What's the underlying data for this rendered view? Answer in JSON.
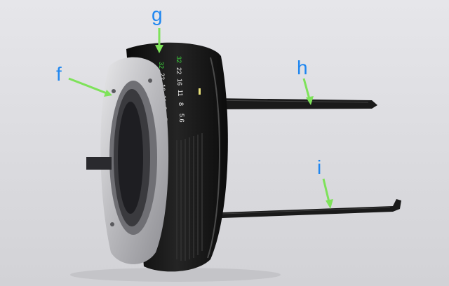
{
  "labels": {
    "f": "f",
    "g": "g",
    "h": "h",
    "i": "i"
  },
  "aperture_scale": {
    "outer": [
      "32",
      "22",
      "16",
      "11",
      "8",
      "5.6"
    ],
    "inner": [
      "32",
      "22",
      "16",
      "11",
      "8",
      "5.6"
    ]
  },
  "colors": {
    "label": "#1e86f0",
    "arrow": "#7ee25a",
    "background": "#d9d9dc",
    "lens_body": "#111111"
  }
}
